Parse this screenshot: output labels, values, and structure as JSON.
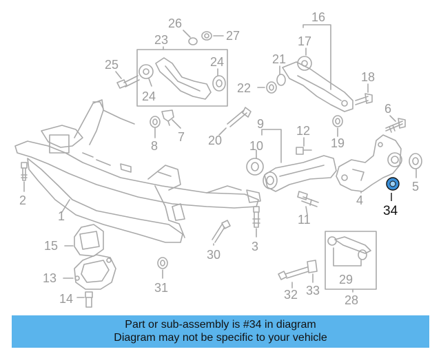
{
  "diagram": {
    "callouts": [
      {
        "id": "callout-1",
        "text": "1"
      },
      {
        "id": "callout-2",
        "text": "2"
      },
      {
        "id": "callout-3",
        "text": "3"
      },
      {
        "id": "callout-4",
        "text": "4"
      },
      {
        "id": "callout-5",
        "text": "5"
      },
      {
        "id": "callout-6",
        "text": "6"
      },
      {
        "id": "callout-7",
        "text": "7"
      },
      {
        "id": "callout-8",
        "text": "8"
      },
      {
        "id": "callout-9",
        "text": "9"
      },
      {
        "id": "callout-10",
        "text": "10"
      },
      {
        "id": "callout-11",
        "text": "11"
      },
      {
        "id": "callout-12",
        "text": "12"
      },
      {
        "id": "callout-13",
        "text": "13"
      },
      {
        "id": "callout-14",
        "text": "14"
      },
      {
        "id": "callout-15",
        "text": "15"
      },
      {
        "id": "callout-16",
        "text": "16"
      },
      {
        "id": "callout-17",
        "text": "17"
      },
      {
        "id": "callout-18",
        "text": "18"
      },
      {
        "id": "callout-19",
        "text": "19"
      },
      {
        "id": "callout-20",
        "text": "20"
      },
      {
        "id": "callout-21",
        "text": "21"
      },
      {
        "id": "callout-22",
        "text": "22"
      },
      {
        "id": "callout-23",
        "text": "23"
      },
      {
        "id": "callout-24a",
        "text": "24"
      },
      {
        "id": "callout-24b",
        "text": "24"
      },
      {
        "id": "callout-25",
        "text": "25"
      },
      {
        "id": "callout-26",
        "text": "26"
      },
      {
        "id": "callout-27",
        "text": "27"
      },
      {
        "id": "callout-28",
        "text": "28"
      },
      {
        "id": "callout-29",
        "text": "29"
      },
      {
        "id": "callout-30",
        "text": "30"
      },
      {
        "id": "callout-31",
        "text": "31"
      },
      {
        "id": "callout-32",
        "text": "32"
      },
      {
        "id": "callout-33",
        "text": "33"
      },
      {
        "id": "callout-34",
        "text": "34"
      }
    ],
    "highlight_part": "34",
    "colors": {
      "line": "#a9a9a9",
      "callout_text": "#9a9a9a",
      "highlight_part": "#3a8fd8",
      "highlight_text": "#111111",
      "banner_bg": "#5ab4ec"
    }
  },
  "banner": {
    "line1": "Part or sub-assembly is #34 in diagram",
    "line2": "Diagram may not be specific to your vehicle"
  }
}
